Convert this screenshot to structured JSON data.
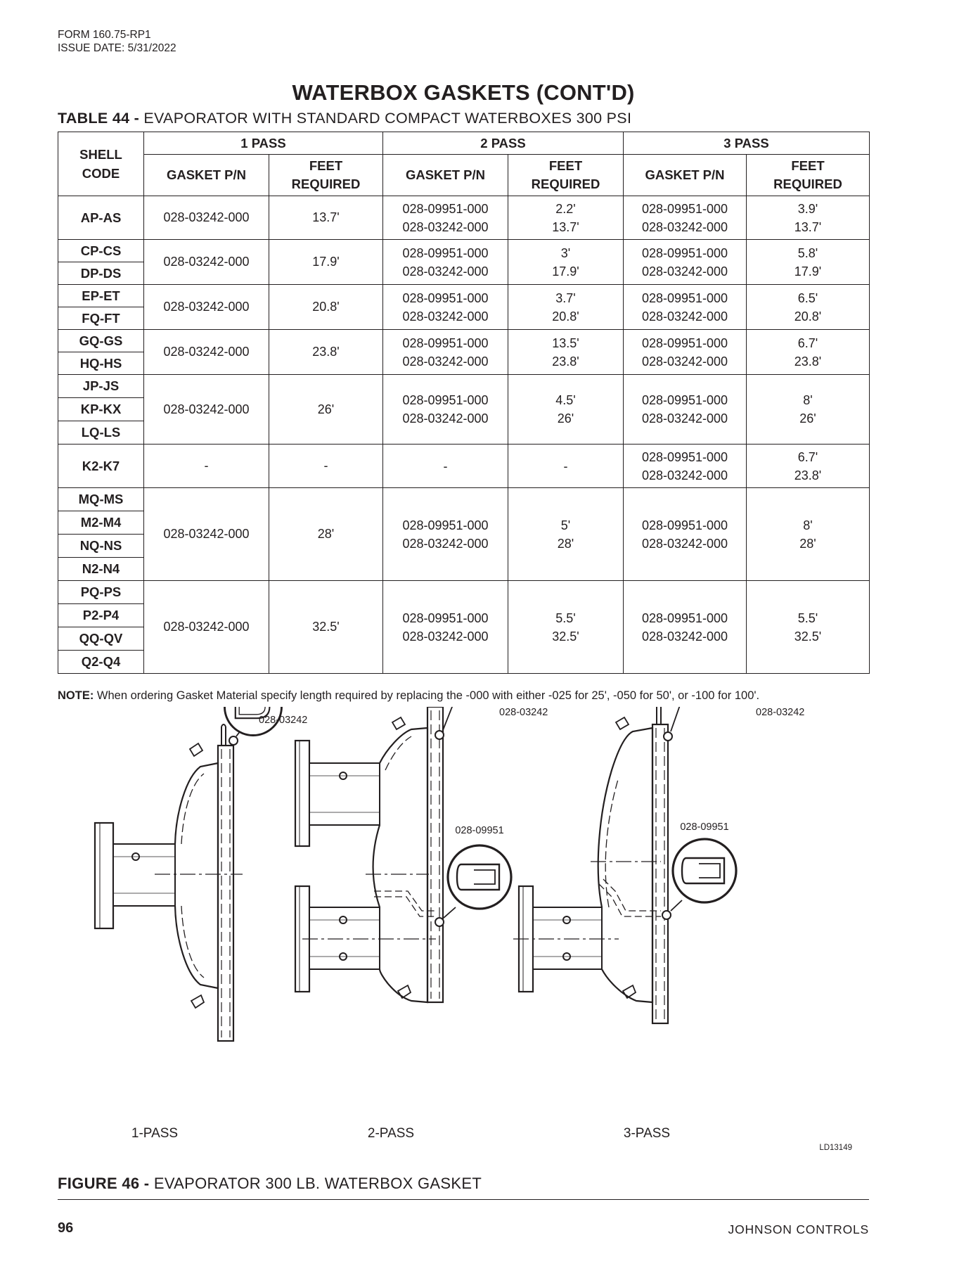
{
  "header": {
    "form_no": "FORM 160.75-RP1",
    "issue_date": "ISSUE DATE: 5/31/2022"
  },
  "title": "WATERBOX GASKETS (CONT'D)",
  "table": {
    "caption_label": "TABLE 44 -",
    "caption_text": " EVAPORATOR WITH STANDARD COMPACT WATERBOXES 300 PSI",
    "headers": {
      "shell_code_line1": "SHELL",
      "shell_code_line2": "CODE",
      "pass1": "1 PASS",
      "pass2": "2 PASS",
      "pass3": "3 PASS",
      "gasket_pn": "GASKET P/N",
      "feet_line1": "FEET",
      "feet_line2": "REQUIRED"
    },
    "groups": [
      {
        "codes": [
          "AP-AS"
        ],
        "p1_pn": "028-03242-000",
        "p1_ft": "13.7'",
        "p2_pn": [
          "028-09951-000",
          "028-03242-000"
        ],
        "p2_ft": [
          "2.2'",
          "13.7'"
        ],
        "p3_pn": [
          "028-09951-000",
          "028-03242-000"
        ],
        "p3_ft": [
          "3.9'",
          "13.7'"
        ]
      },
      {
        "codes": [
          "CP-CS",
          "DP-DS"
        ],
        "p1_pn": "028-03242-000",
        "p1_ft": "17.9'",
        "p2_pn": [
          "028-09951-000",
          "028-03242-000"
        ],
        "p2_ft": [
          "3'",
          "17.9'"
        ],
        "p3_pn": [
          "028-09951-000",
          "028-03242-000"
        ],
        "p3_ft": [
          "5.8'",
          "17.9'"
        ]
      },
      {
        "codes": [
          "EP-ET",
          "FQ-FT"
        ],
        "p1_pn": "028-03242-000",
        "p1_ft": "20.8'",
        "p2_pn": [
          "028-09951-000",
          "028-03242-000"
        ],
        "p2_ft": [
          "3.7'",
          "20.8'"
        ],
        "p3_pn": [
          "028-09951-000",
          "028-03242-000"
        ],
        "p3_ft": [
          "6.5'",
          "20.8'"
        ]
      },
      {
        "codes": [
          "GQ-GS",
          "HQ-HS"
        ],
        "p1_pn": "028-03242-000",
        "p1_ft": "23.8'",
        "p2_pn": [
          "028-09951-000",
          "028-03242-000"
        ],
        "p2_ft": [
          "13.5'",
          "23.8'"
        ],
        "p3_pn": [
          "028-09951-000",
          "028-03242-000"
        ],
        "p3_ft": [
          "6.7'",
          "23.8'"
        ]
      },
      {
        "codes": [
          "JP-JS",
          "KP-KX",
          "LQ-LS"
        ],
        "p1_pn": "028-03242-000",
        "p1_ft": "26'",
        "p2_pn": [
          "028-09951-000",
          "028-03242-000"
        ],
        "p2_ft": [
          "4.5'",
          "26'"
        ],
        "p3_pn": [
          "028-09951-000",
          "028-03242-000"
        ],
        "p3_ft": [
          "8'",
          "26'"
        ]
      },
      {
        "codes": [
          "K2-K7"
        ],
        "p1_pn": "-",
        "p1_ft": "-",
        "p2_pn": [
          "-"
        ],
        "p2_ft": [
          "-"
        ],
        "p3_pn": [
          "028-09951-000",
          "028-03242-000"
        ],
        "p3_ft": [
          "6.7'",
          "23.8'"
        ]
      },
      {
        "codes": [
          "MQ-MS",
          "M2-M4",
          "NQ-NS",
          "N2-N4"
        ],
        "p1_pn": "028-03242-000",
        "p1_ft": "28'",
        "p2_pn": [
          "028-09951-000",
          "028-03242-000"
        ],
        "p2_ft": [
          "5'",
          "28'"
        ],
        "p3_pn": [
          "028-09951-000",
          "028-03242-000"
        ],
        "p3_ft": [
          "8'",
          "28'"
        ]
      },
      {
        "codes": [
          "PQ-PS",
          "P2-P4",
          "QQ-QV",
          "Q2-Q4"
        ],
        "p1_pn": "028-03242-000",
        "p1_ft": "32.5'",
        "p2_pn": [
          "028-09951-000",
          "028-03242-000"
        ],
        "p2_ft": [
          "5.5'",
          "32.5'"
        ],
        "p3_pn": [
          "028-09951-000",
          "028-03242-000"
        ],
        "p3_ft": [
          "5.5'",
          "32.5'"
        ]
      }
    ]
  },
  "note": {
    "label": "NOTE:",
    "text": " When ordering Gasket Material specify length required by replacing the -000 with either -025 for 25', -050 for 50', or -100 for 100'."
  },
  "figure": {
    "labels": {
      "gasket_a_1": "028-03242",
      "gasket_a_2": "028-03242",
      "gasket_a_3": "028-03242",
      "gasket_b_2": "028-09951",
      "gasket_b_3": "028-09951",
      "pass1": "1-PASS",
      "pass2": "2-PASS",
      "pass3": "3-PASS",
      "drawing_id": "LD13149"
    },
    "caption_label": "FIGURE 46 -",
    "caption_text": " EVAPORATOR 300 LB. WATERBOX GASKET"
  },
  "footer": {
    "page_number": "96",
    "company": "JOHNSON CONTROLS"
  }
}
